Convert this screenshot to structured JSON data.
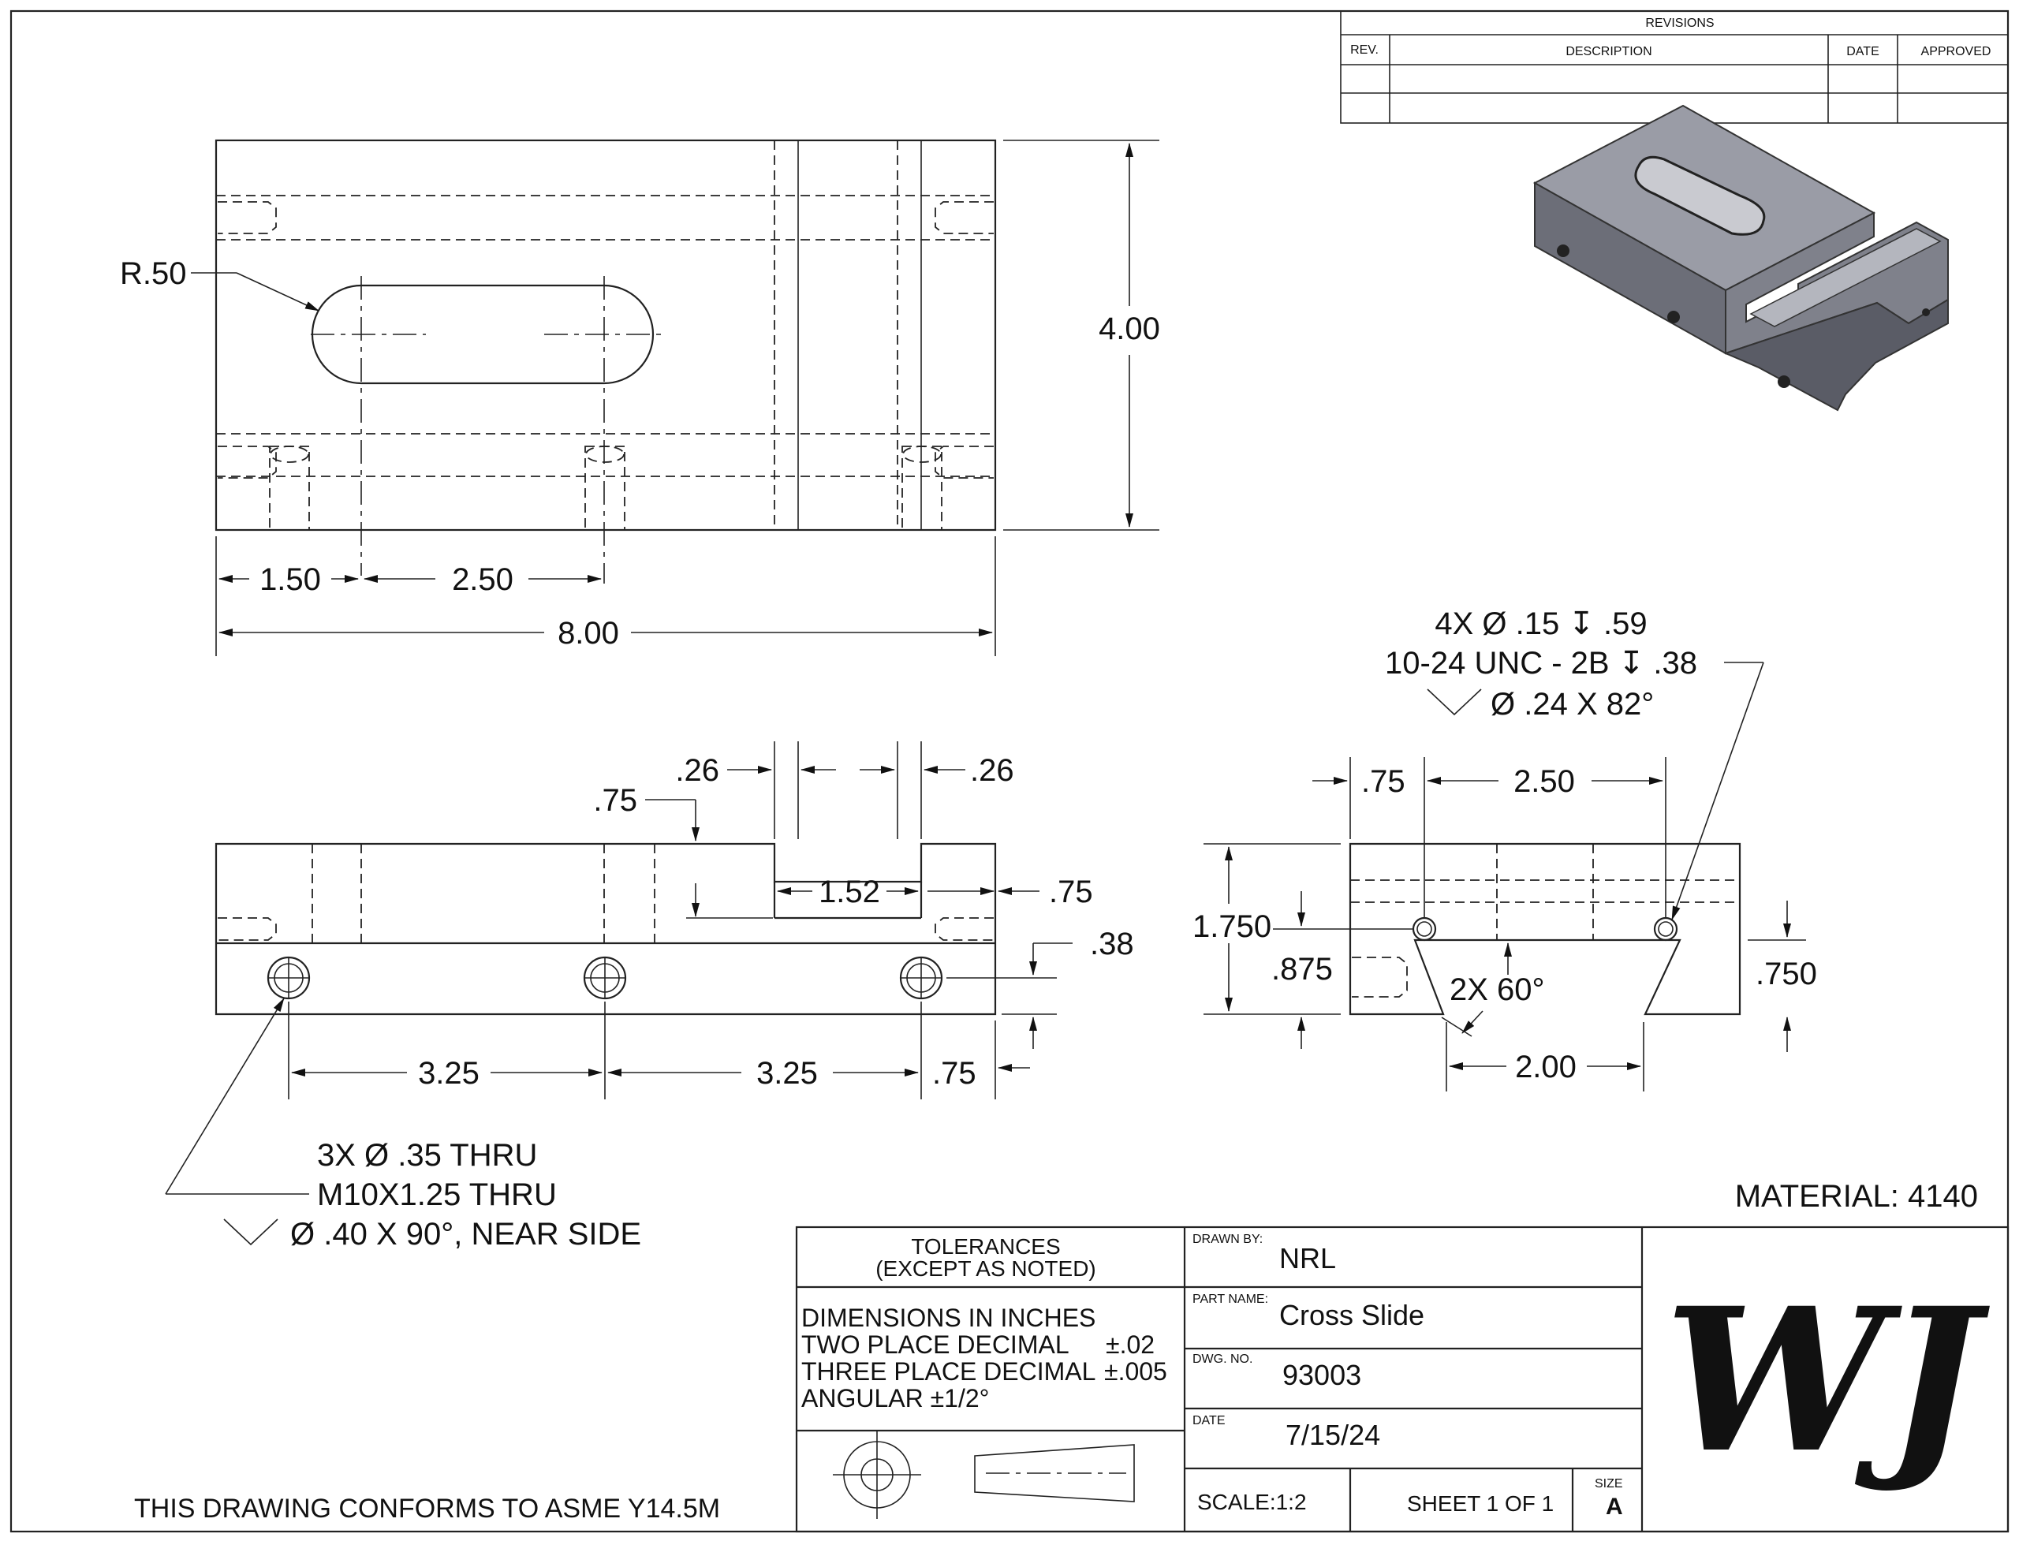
{
  "revisions": {
    "title": "REVISIONS",
    "col_rev": "REV.",
    "col_description": "DESCRIPTION",
    "col_date": "DATE",
    "col_approved": "APPROVED"
  },
  "top_view": {
    "radius_label": "R.50",
    "height_label": "4.00",
    "dim_1": "1.50",
    "dim_2": "2.50",
    "overall_width": "8.00"
  },
  "front_view": {
    "slot_depth": ".75",
    "wall_left": ".26",
    "wall_right": ".26",
    "slot_width": "1.52",
    "right_edge": ".75",
    "hole_height": ".38",
    "spacing_1": "3.25",
    "spacing_2": "3.25",
    "end_offset": ".75",
    "callout_line_1": "3X  Ø  .35 THRU",
    "callout_line_2": "M10X1.25 THRU",
    "callout_line_3": "Ø  .40 X 90°, NEAR SIDE"
  },
  "side_view": {
    "callout_line_1": "4X  Ø  .15 ↧ .59",
    "callout_line_2": "10-24 UNC - 2B ↧ .38",
    "callout_line_3": "Ø  .24 X 82°",
    "left_offset": ".75",
    "hole_spacing": "2.50",
    "height": "1.750",
    "hole_height": ".875",
    "angle": "2X 60°",
    "dovetail_height": ".750",
    "dovetail_width": "2.00"
  },
  "material": "MATERIAL: 4140",
  "title_block": {
    "tolerances_title_1": "TOLERANCES",
    "tolerances_title_2": "(EXCEPT AS NOTED)",
    "tol_line_1": "DIMENSIONS IN INCHES",
    "tol_line_2": "TWO PLACE DECIMAL",
    "tol_line_2_value": "±.02",
    "tol_line_3": "THREE PLACE DECIMAL",
    "tol_line_3_value": "±.005",
    "tol_line_4": "ANGULAR ±1/2°",
    "drawn_by_label": "DRAWN BY:",
    "drawn_by": "NRL",
    "part_name_label": "PART NAME:",
    "part_name": "Cross Slide",
    "dwg_no_label": "DWG. NO.",
    "dwg_no": "93003",
    "date_label": "DATE",
    "date": "7/15/24",
    "scale": "SCALE:1:2",
    "sheet": "SHEET 1 OF 1",
    "size_label": "SIZE",
    "size": "A",
    "logo": "WJ"
  },
  "standard_note": "THIS DRAWING CONFORMS TO ASME Y14.5M"
}
